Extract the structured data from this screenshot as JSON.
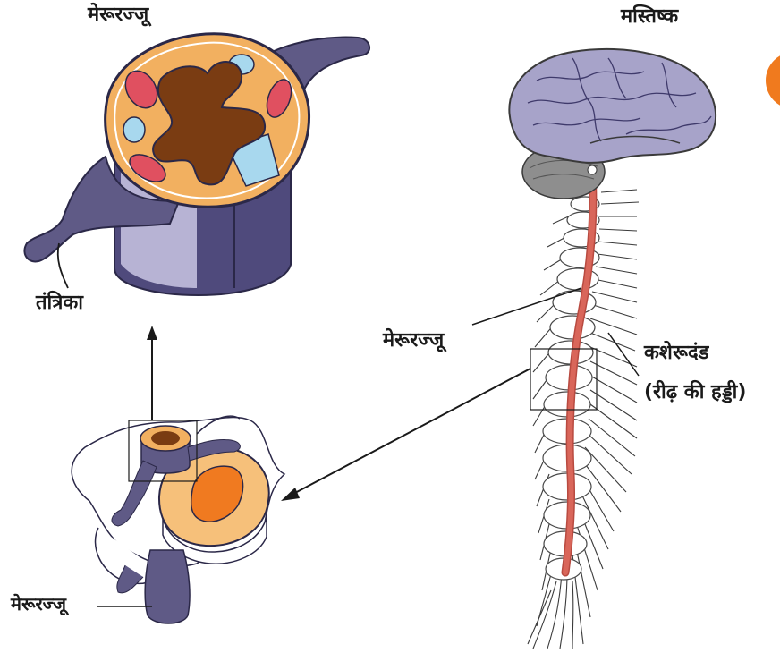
{
  "labels": {
    "spinal_cord_top": "मेरूरज्जू",
    "brain": "मस्तिष्क",
    "nerve": "तंत्रिका",
    "spinal_cord_middle": "मेरूरज्जू",
    "vertebral_column": "कशेरूदंड",
    "backbone": "(रीढ़ की हड्डी)",
    "spinal_cord_bottom": "मेरूरज्जू"
  },
  "colors": {
    "nerve_purple": "#5f5a86",
    "cord_purple": "#3f3a6b",
    "white_matter": "#f2b060",
    "grey_matter": "#7a3c12",
    "horn_blue": "#a8d8ee",
    "horn_red": "#e05060",
    "brain_lavender": "#a7a3c9",
    "cerebellum_grey": "#8e8e8e",
    "spinal_red": "#d9665a",
    "vertebra_orange": "#f07a20",
    "vertebra_rim": "#f6c07a",
    "accent_orange": "#f07a1e"
  }
}
